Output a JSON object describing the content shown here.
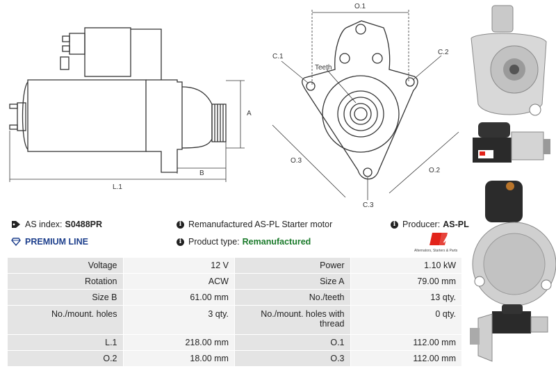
{
  "diagram": {
    "labels": {
      "o1": "O.1",
      "c1": "C.1",
      "c2": "C.2",
      "teeth": "Teeth",
      "o3": "O.3",
      "o2": "O.2",
      "c3": "C.3",
      "a": "A",
      "b": "B",
      "l1": "L.1"
    }
  },
  "header": {
    "as_index_label": "AS index:",
    "as_index_value": "S0488PR",
    "description": "Remanufactured AS-PL Starter motor",
    "producer_label": "Producer:",
    "producer_value": "AS-PL",
    "premium_line": "PREMIUM LINE",
    "product_type_label": "Product type:",
    "product_type_value": "Remanufactured"
  },
  "logo": {
    "mark": "AS",
    "tagline": "Alternators, Starters & Parts",
    "accent_color": "#e2231a"
  },
  "specs": [
    {
      "k1": "Voltage",
      "v1": "12 V",
      "k2": "Power",
      "v2": "1.10 kW"
    },
    {
      "k1": "Rotation",
      "v1": "ACW",
      "k2": "Size A",
      "v2": "79.00 mm"
    },
    {
      "k1": "Size B",
      "v1": "61.00 mm",
      "k2": "No./teeth",
      "v2": "13 qty."
    },
    {
      "k1": "No./mount. holes",
      "v1": "3 qty.",
      "k2": "No./mount. holes with thread",
      "v2": "0 qty."
    },
    {
      "k1": "L.1",
      "v1": "218.00 mm",
      "k2": "O.1",
      "v2": "112.00 mm"
    },
    {
      "k1": "O.2",
      "v1": "18.00 mm",
      "k2": "O.3",
      "v2": "112.00 mm"
    }
  ]
}
